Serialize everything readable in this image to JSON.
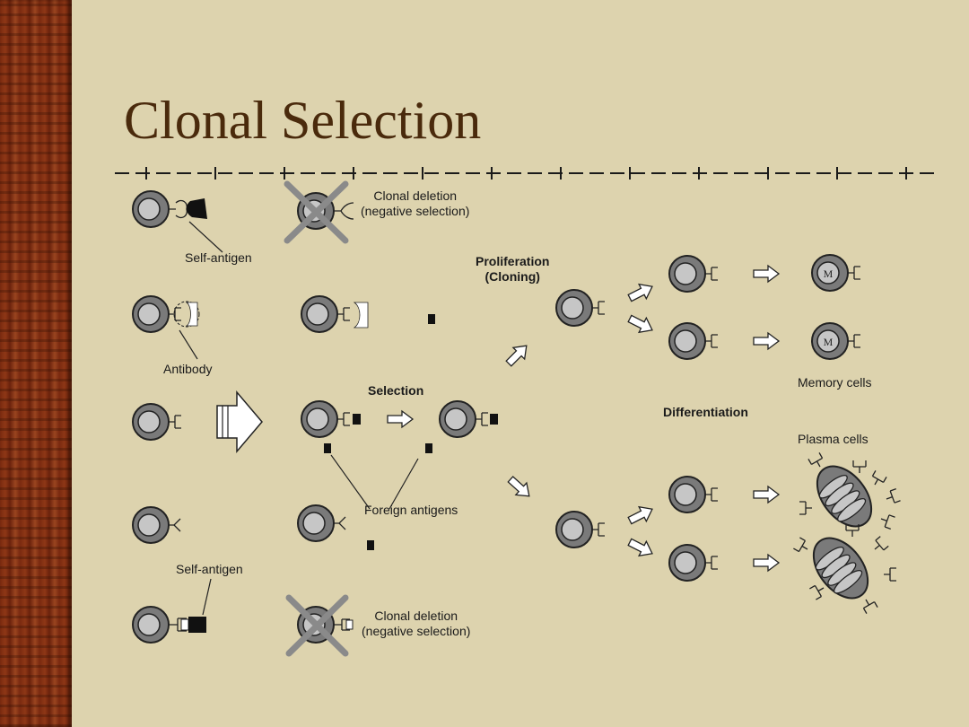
{
  "slide": {
    "title": "Clonal Selection",
    "colors": {
      "background": "#ddd3ae",
      "title": "#4a2a0c",
      "cell_outer": "#7a7a7a",
      "cell_inner": "#c6c6c6",
      "cross": "#8a8a8a"
    }
  },
  "labels": {
    "clonal_deletion_top": [
      "Clonal deletion",
      "(negative selection)"
    ],
    "self_antigen_top": "Self-antigen",
    "antibody": "Antibody",
    "proliferation": [
      "Proliferation",
      "(Cloning)"
    ],
    "selection": "Selection",
    "memory_cells": "Memory cells",
    "differentiation": "Differentiation",
    "plasma_cells": "Plasma cells",
    "foreign_antigens": "Foreign antigens",
    "self_antigen_bottom": "Self-antigen",
    "clonal_deletion_bottom": [
      "Clonal deletion",
      "(negative selection)"
    ],
    "memory_mark": "M"
  }
}
